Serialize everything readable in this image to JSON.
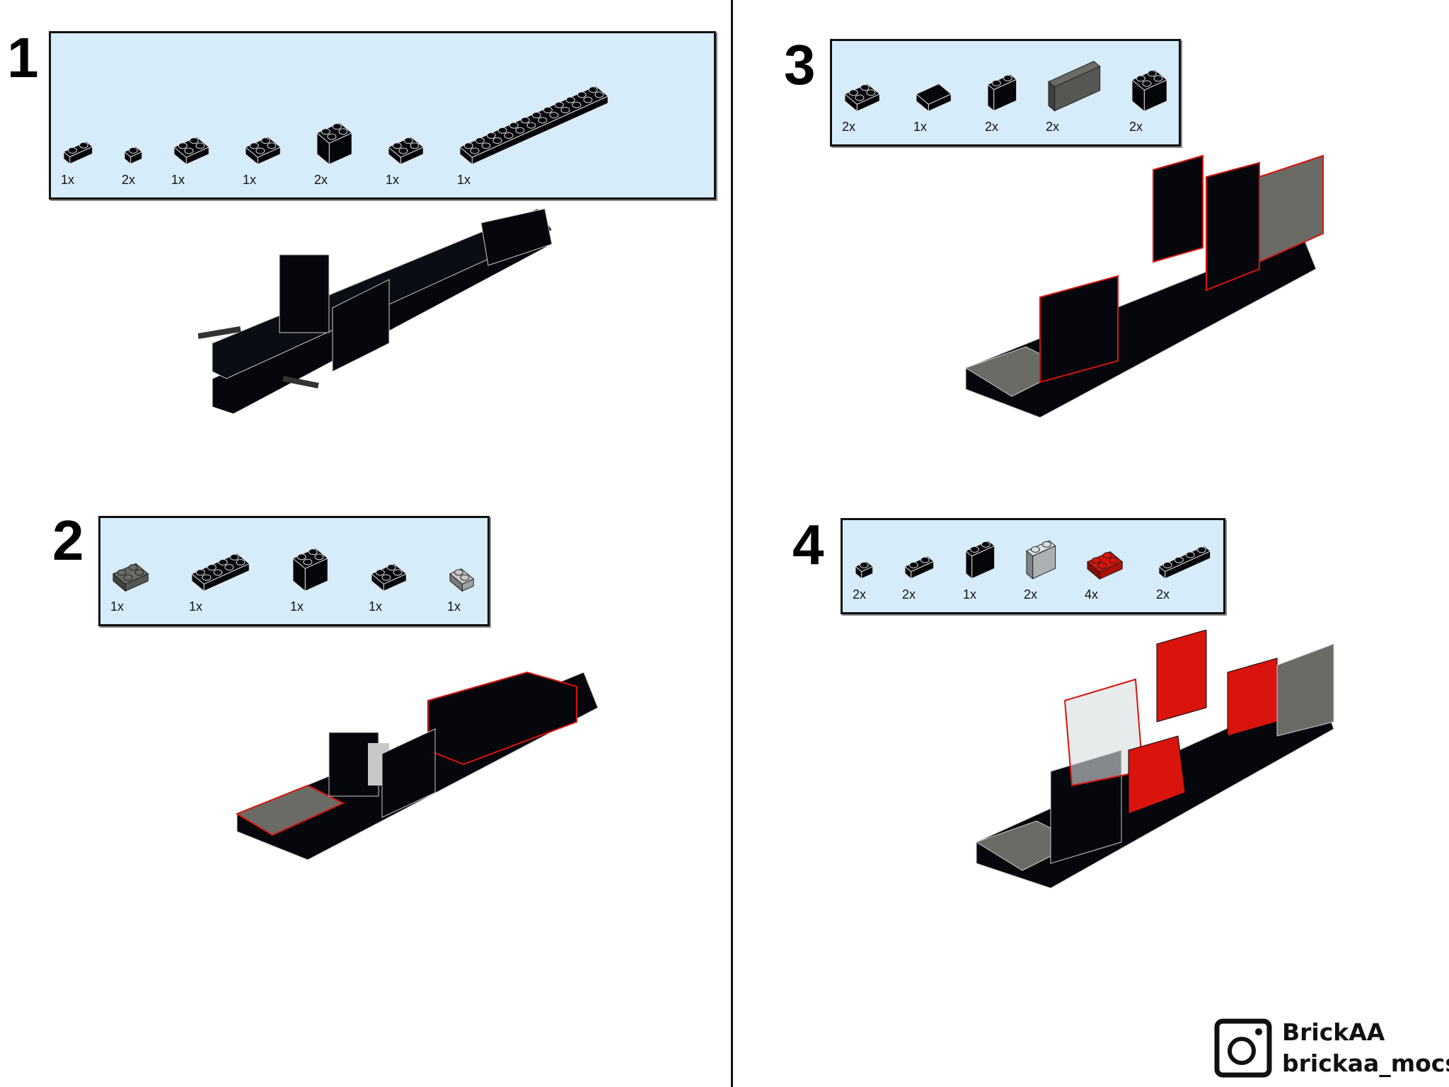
{
  "steps": [
    {
      "number": "1",
      "parts": [
        {
          "qty": "1x",
          "kind": "plate",
          "color": "#05070d",
          "w": 2,
          "d": 1
        },
        {
          "qty": "2x",
          "kind": "clip",
          "color": "#05070d",
          "w": 1,
          "d": 1
        },
        {
          "qty": "1x",
          "kind": "plate",
          "color": "#05070d",
          "w": 2,
          "d": 2
        },
        {
          "qty": "1x",
          "kind": "plate",
          "color": "#05070d",
          "w": 2,
          "d": 2
        },
        {
          "qty": "2x",
          "kind": "bracket",
          "color": "#05070d",
          "w": 2,
          "d": 2
        },
        {
          "qty": "1x",
          "kind": "wheelholder",
          "color": "#05070d",
          "w": 2,
          "d": 2
        },
        {
          "qty": "1x",
          "kind": "plate",
          "color": "#05070d",
          "w": 12,
          "d": 2
        }
      ]
    },
    {
      "number": "2",
      "parts": [
        {
          "qty": "1x",
          "kind": "plate",
          "color": "#6b6b66",
          "w": 2,
          "d": 2
        },
        {
          "qty": "1x",
          "kind": "plate",
          "color": "#05070d",
          "w": 4,
          "d": 2
        },
        {
          "qty": "1x",
          "kind": "brick",
          "color": "#05070d",
          "w": 2,
          "d": 2
        },
        {
          "qty": "1x",
          "kind": "wheelholder",
          "color": "#05070d",
          "w": 2,
          "d": 2
        },
        {
          "qty": "1x",
          "kind": "steering",
          "color": "#c8c8c8",
          "w": 1,
          "d": 2
        }
      ]
    },
    {
      "number": "3",
      "parts": [
        {
          "qty": "2x",
          "kind": "plate",
          "color": "#05070d",
          "w": 2,
          "d": 2
        },
        {
          "qty": "1x",
          "kind": "tile",
          "color": "#05070d",
          "w": 2,
          "d": 2
        },
        {
          "qty": "2x",
          "kind": "bracket",
          "color": "#05070d",
          "w": 2,
          "d": 1
        },
        {
          "qty": "2x",
          "kind": "panel",
          "color": "#6b6b66",
          "w": 4,
          "d": 1
        },
        {
          "qty": "2x",
          "kind": "bracket",
          "color": "#05070d",
          "w": 2,
          "d": 2
        }
      ]
    },
    {
      "number": "4",
      "parts": [
        {
          "qty": "2x",
          "kind": "plate",
          "color": "#05070d",
          "w": 1,
          "d": 1
        },
        {
          "qty": "2x",
          "kind": "plate",
          "color": "#05070d",
          "w": 2,
          "d": 1
        },
        {
          "qty": "1x",
          "kind": "brick",
          "color": "#05070d",
          "w": 2,
          "d": 1
        },
        {
          "qty": "2x",
          "kind": "brick",
          "color": "#d8dde0",
          "w": 2,
          "d": 1
        },
        {
          "qty": "4x",
          "kind": "plate",
          "color": "#d8140c",
          "w": 2,
          "d": 2
        },
        {
          "qty": "2x",
          "kind": "plate",
          "color": "#05070d",
          "w": 4,
          "d": 1
        }
      ]
    }
  ],
  "branding": {
    "name": "BrickAA",
    "handle": "brickaa_mocs"
  },
  "colors": {
    "box_bg": "#d6ecfb",
    "black": "#05070d",
    "gray": "#6b6b66",
    "red": "#d8140c"
  }
}
